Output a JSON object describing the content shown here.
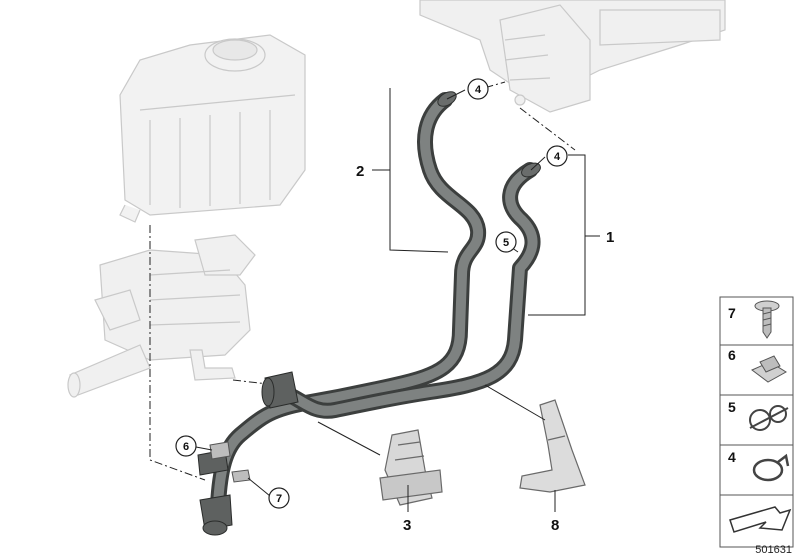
{
  "diagram": {
    "reference_number": "501631",
    "callouts": {
      "hose_return": "1",
      "hose_feed": "2",
      "holder_lower": "3",
      "clamp_top_left": "4",
      "clamp_top_right": "4",
      "clip_mid": "5",
      "nut_left": "6",
      "screw_left": "7",
      "bracket_right": "8"
    },
    "legend": [
      {
        "num": "7",
        "icon": "screw-icon"
      },
      {
        "num": "6",
        "icon": "clip-nut-icon"
      },
      {
        "num": "5",
        "icon": "double-clip-icon"
      },
      {
        "num": "4",
        "icon": "hose-clamp-icon"
      },
      {
        "num": "",
        "icon": "arrow-icon"
      }
    ]
  }
}
